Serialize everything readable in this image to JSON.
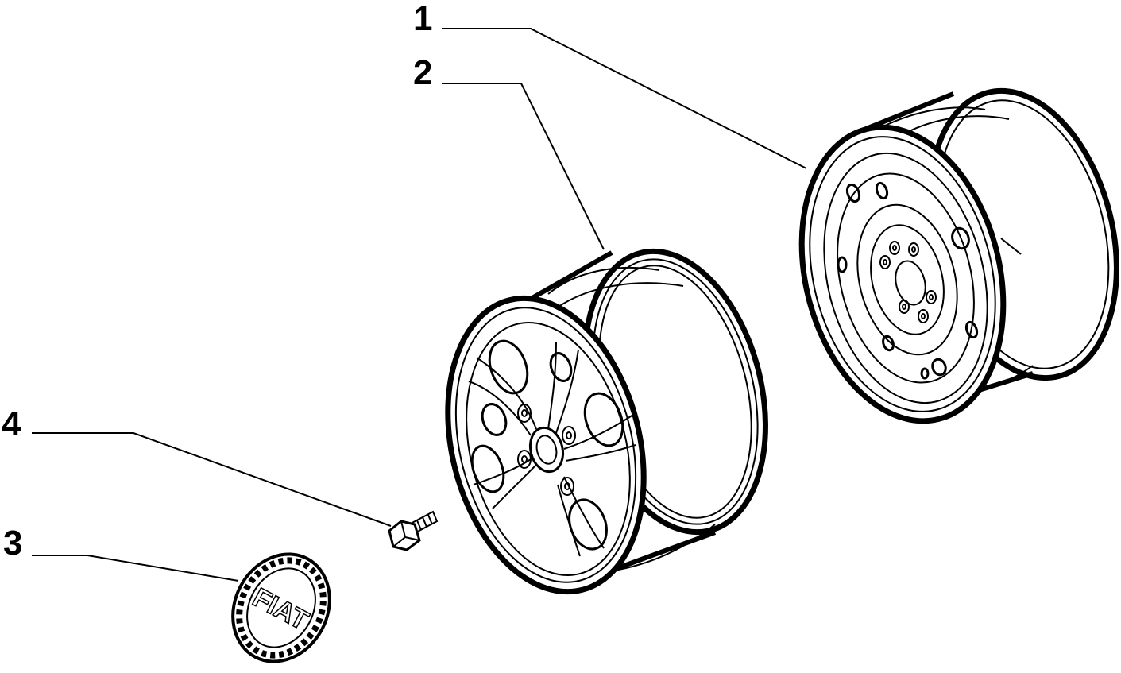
{
  "diagram": {
    "callouts": [
      {
        "id": "1",
        "label": "1",
        "part": "steel-wheel-rim"
      },
      {
        "id": "2",
        "label": "2",
        "part": "alloy-wheel-rim"
      },
      {
        "id": "3",
        "label": "3",
        "part": "hub-cap-emblem"
      },
      {
        "id": "4",
        "label": "4",
        "part": "wheel-bolt"
      }
    ],
    "emblem_text": "FIAT",
    "colors": {
      "line": "#000000",
      "background": "#ffffff"
    }
  }
}
